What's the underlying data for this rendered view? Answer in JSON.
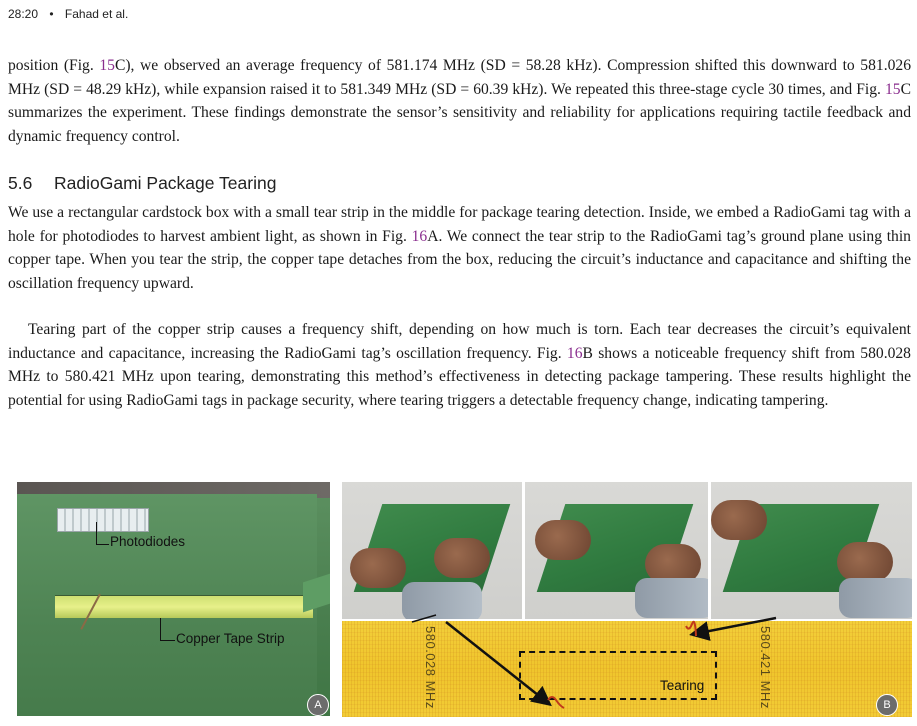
{
  "header": {
    "page": "28:20",
    "separator": "•",
    "authors": "Fahad et al."
  },
  "paragraphs": {
    "p1": {
      "a": "position (Fig. ",
      "ref1": "15",
      "b": "C), we observed an average frequency of 581.174 MHz (SD = 58.28 kHz). Compression shifted this downward to 581.026 MHz (SD = 48.29 kHz), while expansion raised it to 581.349 MHz (SD = 60.39 kHz). We repeated this three-stage cycle 30 times, and Fig. ",
      "ref2": "15",
      "c": "C summarizes the experiment. These findings demonstrate the sensor’s sensitivity and reliability for applications requiring tactile feedback and dynamic frequency control."
    },
    "section": {
      "number": "5.6",
      "title": "RadioGami Package Tearing"
    },
    "p2": {
      "a": "We use a rectangular cardstock box with a small tear strip in the middle for package tearing detection. Inside, we embed a RadioGami tag with a hole for photodiodes to harvest ambient light, as shown in Fig. ",
      "ref1": "16",
      "b": "A. We connect the tear strip to the RadioGami tag’s ground plane using thin copper tape. When you tear the strip, the copper tape detaches from the box, reducing the circuit’s inductance and capacitance and shifting the oscillation frequency upward."
    },
    "p3": {
      "a": "Tearing part of the copper strip causes a frequency shift, depending on how much is torn. Each tear decreases the circuit’s equivalent inductance and capacitance, increasing the RadioGami tag’s oscillation frequency. Fig. ",
      "ref1": "16",
      "b": "B shows a noticeable frequency shift from 580.028 MHz to 580.421 MHz upon tearing, demonstrating this method’s effectiveness in detecting package tampering. These results highlight the potential for using RadioGami tags in package security, where tearing triggers a detectable frequency change, indicating tampering."
    }
  },
  "figure": {
    "panel_a": {
      "label_photodiodes": "Photodiodes",
      "label_copper": "Copper Tape Strip",
      "badge": "A"
    },
    "panel_b": {
      "freq_left": "580.028 MHz",
      "freq_right": "580.421 MHz",
      "tearing": "Tearing",
      "badge": "B"
    }
  }
}
